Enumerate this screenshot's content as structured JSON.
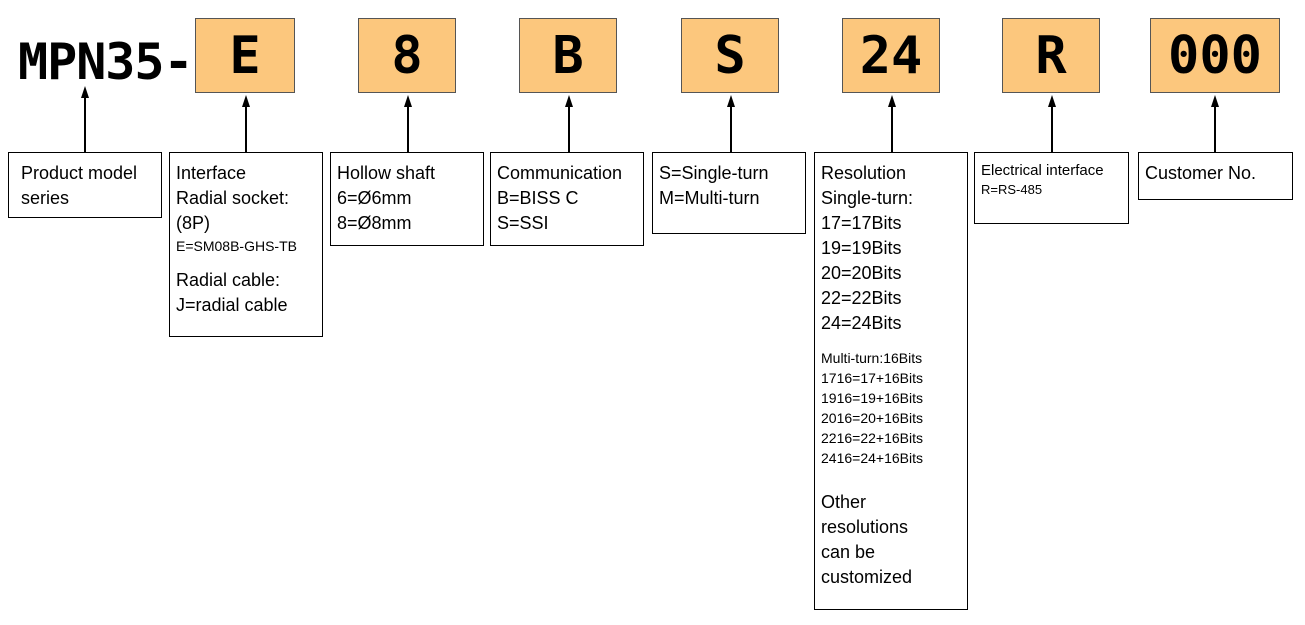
{
  "model_prefix": "MPN35-",
  "codes": [
    {
      "id": "interface",
      "value": "E"
    },
    {
      "id": "hollow-shaft",
      "value": "8"
    },
    {
      "id": "communication",
      "value": "B"
    },
    {
      "id": "turn",
      "value": "S"
    },
    {
      "id": "resolution",
      "value": "24"
    },
    {
      "id": "electrical-interface",
      "value": "R"
    },
    {
      "id": "customer-no",
      "value": "000"
    }
  ],
  "descriptions": {
    "product": {
      "lines": [
        "Product model",
        "series"
      ]
    },
    "interface": {
      "title": "Interface",
      "radial_socket": "Radial socket:",
      "pins": "(8P)",
      "socket_code": "E=SM08B-GHS-TB",
      "radial_cable": "Radial cable:",
      "cable_code": "J=radial cable"
    },
    "hollow_shaft": {
      "lines": [
        "Hollow shaft",
        "6=Ø6mm",
        "8=Ø8mm"
      ]
    },
    "communication": {
      "lines": [
        "Communication",
        "B=BISS C",
        "S=SSI"
      ]
    },
    "turn": {
      "lines": [
        "S=Single-turn",
        "M=Multi-turn"
      ]
    },
    "resolution": {
      "title": "Resolution",
      "single_turn_label": "Single-turn:",
      "single_turn": [
        "17=17Bits",
        "19=19Bits",
        "20=20Bits",
        "22=22Bits",
        "24=24Bits"
      ],
      "multi_turn_label": "Multi-turn:16Bits",
      "multi_turn": [
        "1716=17+16Bits",
        "1916=19+16Bits",
        "2016=20+16Bits",
        "2216=22+16Bits",
        "2416=24+16Bits"
      ],
      "other": [
        "Other",
        "resolutions",
        "can be",
        "customized"
      ]
    },
    "electrical_interface": {
      "title": "Electrical interface",
      "code": "R=RS-485"
    },
    "customer_no": {
      "lines": [
        "Customer No."
      ]
    }
  },
  "colors": {
    "code_box_fill": "#fcc77d",
    "line": "#000000"
  }
}
